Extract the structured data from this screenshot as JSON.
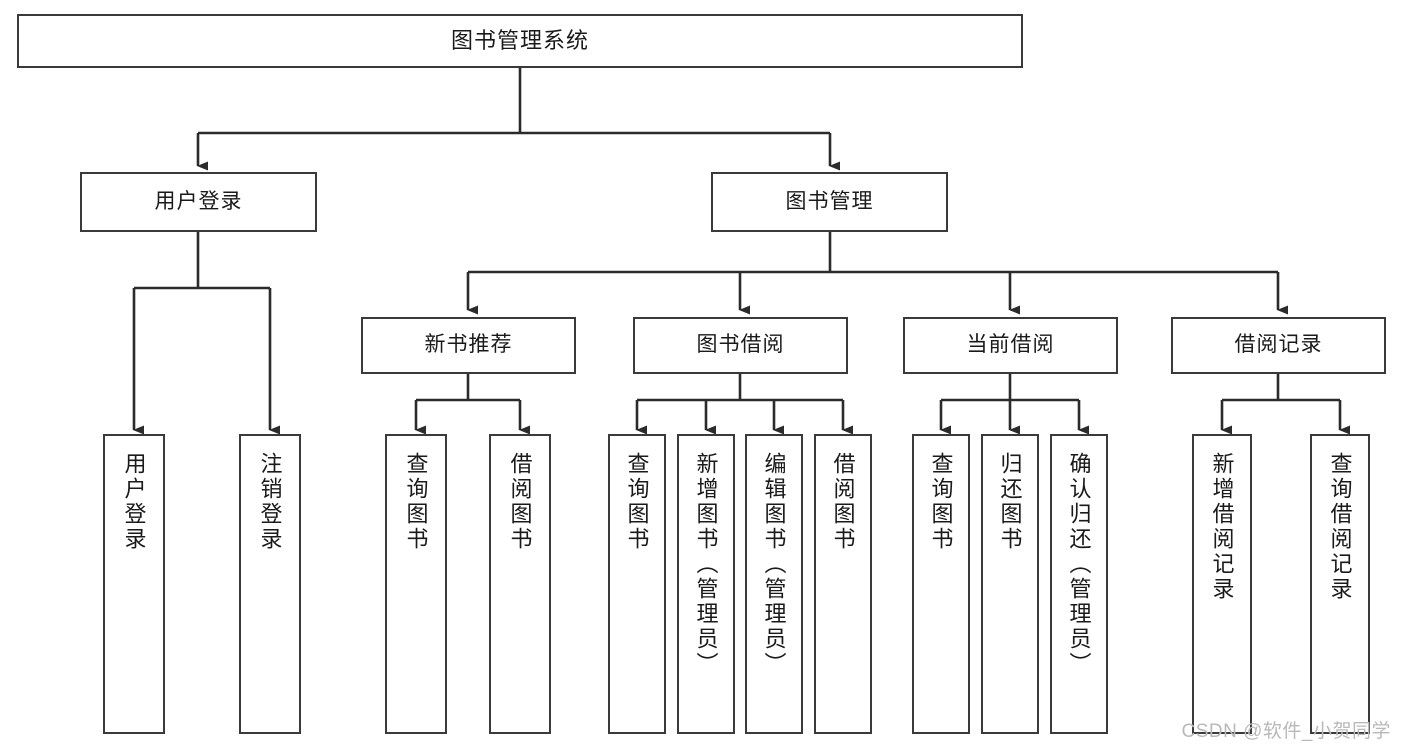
{
  "diagram": {
    "type": "tree",
    "title": "图书管理系统",
    "orientation": "top-down",
    "colors": {
      "box_border": "#3a3a3a",
      "box_fill": "#ffffff",
      "connector": "#2b2b2b",
      "text": "#1a1a1a",
      "watermark": "#b9b9b9",
      "background": "#ffffff"
    }
  },
  "root": {
    "label": "图书管理系统"
  },
  "level2": [
    {
      "label": "用户登录"
    },
    {
      "label": "图书管理"
    }
  ],
  "level3": [
    {
      "label": "新书推荐"
    },
    {
      "label": "图书借阅"
    },
    {
      "label": "当前借阅"
    },
    {
      "label": "借阅记录"
    }
  ],
  "leaves": {
    "user_login": [
      {
        "label": "用户登录"
      },
      {
        "label": "注销登录"
      }
    ],
    "new_book": [
      {
        "label": "查询图书"
      },
      {
        "label": "借阅图书"
      }
    ],
    "borrow": [
      {
        "label": "查询图书"
      },
      {
        "label": "新增图书（管理员）"
      },
      {
        "label": "编辑图书（管理员）"
      },
      {
        "label": "借阅图书"
      }
    ],
    "current": [
      {
        "label": "查询图书"
      },
      {
        "label": "归还图书"
      },
      {
        "label": "确认归还（管理员）"
      }
    ],
    "records": [
      {
        "label": "新增借阅记录"
      },
      {
        "label": "查询借阅记录"
      }
    ]
  },
  "watermark": {
    "text": "CSDN @软件_小贺同学"
  }
}
